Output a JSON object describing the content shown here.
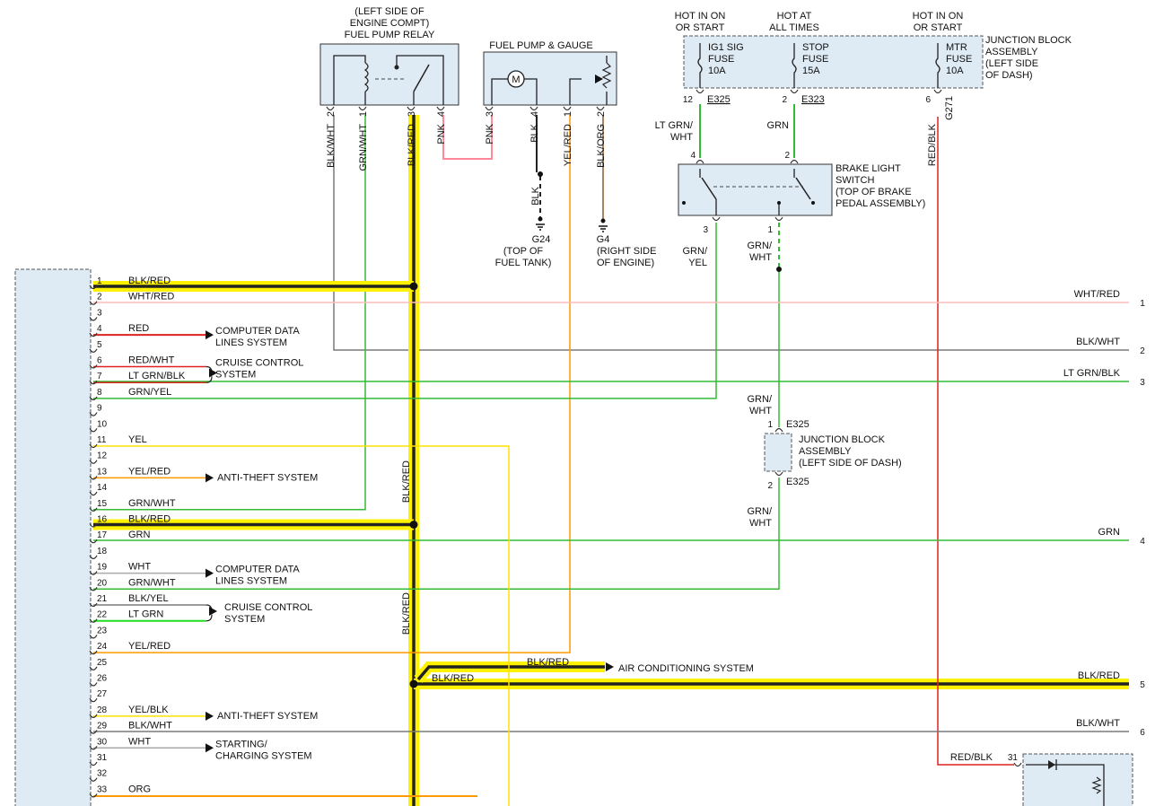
{
  "colors": {
    "highlight": "#fff200",
    "wire_black": "#222222",
    "wire_gray": "#7a7a7a",
    "wire_green": "#33bb33",
    "wire_bright_green": "#22dd22",
    "wire_red": "#dd2222",
    "wire_pink": "#ff8899",
    "wire_lightpink": "#ffbbbb",
    "wire_yellow": "#ffe000",
    "wire_orange": "#ff9900",
    "wire_brown": "#8b5a2b",
    "connector_fill": "#deeaf4"
  },
  "components": {
    "fuel_pump_relay": {
      "label_lines": [
        "(LEFT SIDE OF",
        "ENGINE COMPT)",
        "FUEL PUMP RELAY"
      ]
    },
    "fuel_pump_gauge": {
      "label": "FUEL PUMP & GAUGE"
    },
    "junction_block_top": {
      "label_lines": [
        "JUNCTION BLOCK",
        "ASSEMBLY",
        "(LEFT SIDE",
        "OF DASH)"
      ],
      "fuses": [
        {
          "hot": [
            "HOT IN ON",
            "OR START"
          ],
          "name": [
            "IG1 SIG",
            "FUSE",
            "10A"
          ],
          "pin": "12",
          "conn": "E325"
        },
        {
          "hot": [
            "HOT AT",
            "ALL TIMES"
          ],
          "name": [
            "STOP",
            "FUSE",
            "15A"
          ],
          "pin": "2",
          "conn": "E323"
        },
        {
          "hot": [
            "HOT IN ON",
            "OR START"
          ],
          "name": [
            "MTR",
            "FUSE",
            "10A"
          ],
          "pin": "6",
          "conn": "G271"
        }
      ]
    },
    "brake_light_switch": {
      "label_lines": [
        "BRAKE LIGHT",
        "SWITCH",
        "(TOP OF BRAKE",
        "PEDAL ASSEMBLY)"
      ]
    },
    "junction_block_mid": {
      "label_lines": [
        "JUNCTION BLOCK",
        "ASSEMBLY",
        "(LEFT SIDE OF DASH)"
      ],
      "conn": "E325",
      "pin_top": "1",
      "pin_bottom": "2"
    },
    "ground_g24": {
      "name": "G24",
      "label_lines": [
        "(TOP OF",
        "FUEL TANK)"
      ]
    },
    "ground_g4": {
      "name": "G4",
      "label_lines": [
        "(RIGHT SIDE",
        "OF ENGINE)"
      ]
    }
  },
  "vertical_wires": {
    "relay_pins": [
      {
        "pin": "2",
        "color": "BLK/WHT"
      },
      {
        "pin": "1",
        "color": "GRN/WHT"
      },
      {
        "pin": "3",
        "color": "BLK/RED"
      },
      {
        "pin": "4",
        "color": "PNK"
      }
    ],
    "gauge_pins": [
      {
        "pin": "3",
        "color": "PNK"
      },
      {
        "pin": "4",
        "color": "BLK"
      },
      {
        "pin": "1",
        "color": "YEL/RED"
      },
      {
        "pin": "2",
        "color": "BLK/ORG"
      }
    ],
    "g24_wire": "BLK",
    "fuse1_wire": "LT GRN/ WHT",
    "fuse2_wire": "GRN",
    "fuse3_wire": "RED/BLK",
    "switch_in_pins": [
      "4",
      "2"
    ],
    "switch_out_pins": [
      "3",
      "1"
    ],
    "switch_out1": [
      "GRN/",
      "YEL"
    ],
    "switch_out2": [
      "GRN/",
      "WHT"
    ],
    "jb_in": [
      "GRN/",
      "WHT"
    ],
    "jb_out": [
      "GRN/",
      "WHT"
    ],
    "main_blkred_1": "BLK/RED",
    "main_blkred_2": "BLK/RED"
  },
  "left_connector_pins": [
    {
      "pin": "1",
      "wire": "BLK/RED"
    },
    {
      "pin": "2",
      "wire": "WHT/RED"
    },
    {
      "pin": "3",
      "wire": ""
    },
    {
      "pin": "4",
      "wire": "RED"
    },
    {
      "pin": "5",
      "wire": ""
    },
    {
      "pin": "6",
      "wire": "RED/WHT"
    },
    {
      "pin": "7",
      "wire": "LT GRN/BLK"
    },
    {
      "pin": "8",
      "wire": "GRN/YEL"
    },
    {
      "pin": "9",
      "wire": ""
    },
    {
      "pin": "10",
      "wire": ""
    },
    {
      "pin": "11",
      "wire": "YEL"
    },
    {
      "pin": "12",
      "wire": ""
    },
    {
      "pin": "13",
      "wire": "YEL/RED"
    },
    {
      "pin": "14",
      "wire": ""
    },
    {
      "pin": "15",
      "wire": "GRN/WHT"
    },
    {
      "pin": "16",
      "wire": "BLK/RED"
    },
    {
      "pin": "17",
      "wire": "GRN"
    },
    {
      "pin": "18",
      "wire": ""
    },
    {
      "pin": "19",
      "wire": "WHT"
    },
    {
      "pin": "20",
      "wire": "GRN/WHT"
    },
    {
      "pin": "21",
      "wire": "BLK/YEL"
    },
    {
      "pin": "22",
      "wire": "LT GRN"
    },
    {
      "pin": "23",
      "wire": ""
    },
    {
      "pin": "24",
      "wire": "YEL/RED"
    },
    {
      "pin": "25",
      "wire": ""
    },
    {
      "pin": "26",
      "wire": ""
    },
    {
      "pin": "27",
      "wire": ""
    },
    {
      "pin": "28",
      "wire": "YEL/BLK"
    },
    {
      "pin": "29",
      "wire": "BLK/WHT"
    },
    {
      "pin": "30",
      "wire": "WHT"
    },
    {
      "pin": "31",
      "wire": ""
    },
    {
      "pin": "32",
      "wire": ""
    },
    {
      "pin": "33",
      "wire": "ORG"
    }
  ],
  "systems": {
    "computer_data_1": [
      "COMPUTER DATA",
      "LINES SYSTEM"
    ],
    "cruise_control_1": [
      "CRUISE CONTROL",
      "SYSTEM"
    ],
    "anti_theft_1": "ANTI-THEFT SYSTEM",
    "computer_data_2": [
      "COMPUTER DATA",
      "LINES SYSTEM"
    ],
    "cruise_control_2": [
      "CRUISE CONTROL",
      "SYSTEM"
    ],
    "air_conditioning": "AIR CONDITIONING SYSTEM",
    "ac_wire": "BLK/RED",
    "splice26_wire": "BLK/RED",
    "anti_theft_2": "ANTI-THEFT SYSTEM",
    "starting_charging": [
      "STARTING/",
      "CHARGING SYSTEM"
    ]
  },
  "right_outputs": [
    {
      "num": "1",
      "wire": "WHT/RED"
    },
    {
      "num": "2",
      "wire": "BLK/WHT"
    },
    {
      "num": "3",
      "wire": "LT GRN/BLK"
    },
    {
      "num": "4",
      "wire": "GRN"
    },
    {
      "num": "5",
      "wire": "BLK/RED"
    },
    {
      "num": "6",
      "wire": "BLK/WHT"
    }
  ],
  "bottom_right": {
    "wire": "RED/BLK",
    "pin": "31"
  }
}
